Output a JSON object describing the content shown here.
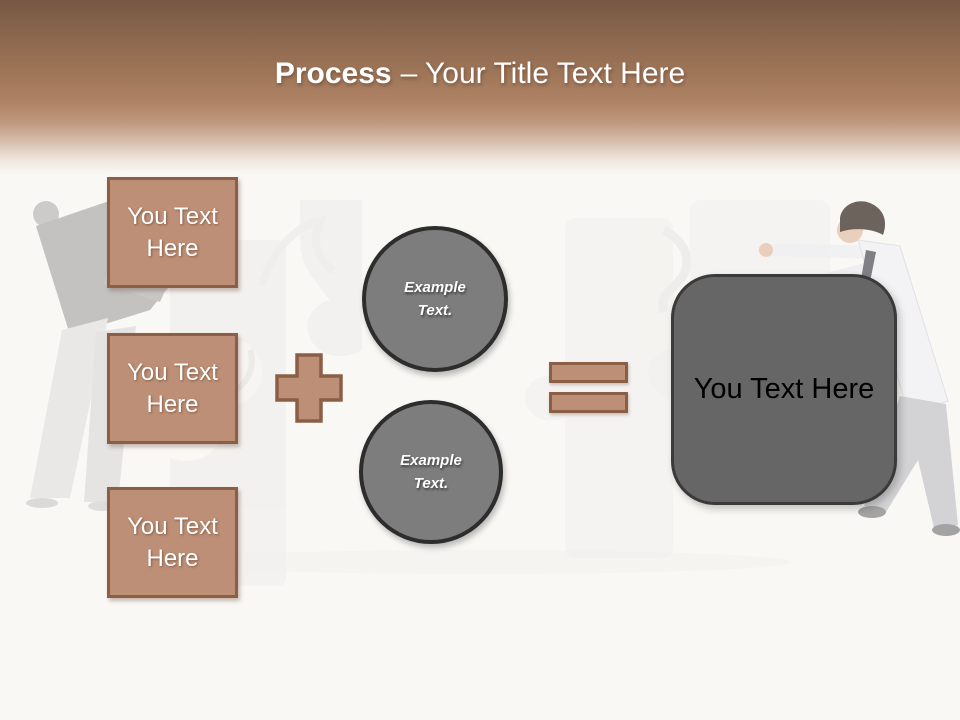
{
  "slide": {
    "title_bold": "Process",
    "title_rest": "– Your Title Text Here",
    "input_boxes": [
      {
        "label": "You Text Here"
      },
      {
        "label": "You Text Here"
      },
      {
        "label": "You Text Here"
      }
    ],
    "operators": {
      "plus_icon": "+",
      "equals_icon": "="
    },
    "example_circles": [
      {
        "label": "Example Text."
      },
      {
        "label": "Example Text."
      }
    ],
    "result_box": {
      "label": "You Text Here"
    },
    "colors": {
      "header_top": "#775844",
      "header_mid": "#ae8264",
      "header_fade": "#faf8f5",
      "accent_tan": "#bd8f76",
      "accent_tan_border": "#8a5f46",
      "circle_gray": "#7d7d7d",
      "circle_border": "#2d2d2d",
      "result_gray": "#666666",
      "result_border": "#3a3a3a",
      "title_text": "#ffffff",
      "box_text": "#ffffff",
      "circle_text": "#ffffff",
      "result_text": "#000000"
    }
  }
}
